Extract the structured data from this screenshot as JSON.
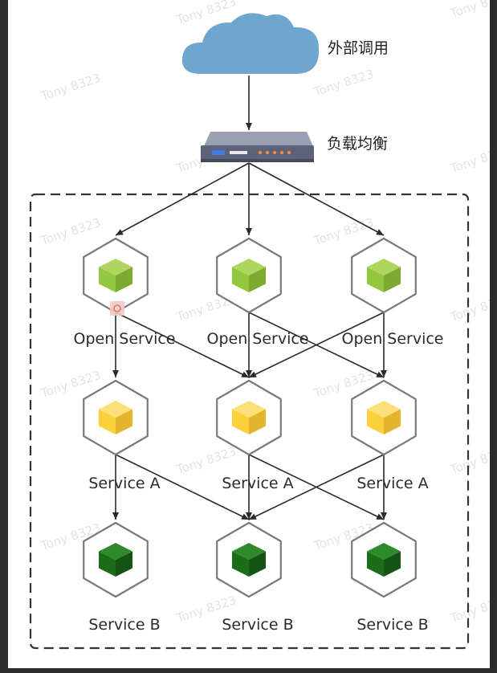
{
  "external_call_label": "外部调用",
  "load_balancer_label": "负载均衡",
  "watermark": "Tony 8323",
  "tiers": [
    {
      "label": "Open Service",
      "color": "#93c83e",
      "dark": "#7cab30",
      "light": "#aed65e"
    },
    {
      "label": "Service A",
      "color": "#fcd13b",
      "dark": "#e3b42c",
      "light": "#fde07a"
    },
    {
      "label": "Service B",
      "color": "#1c6d1a",
      "dark": "#155414",
      "light": "#2e8a2a"
    }
  ]
}
